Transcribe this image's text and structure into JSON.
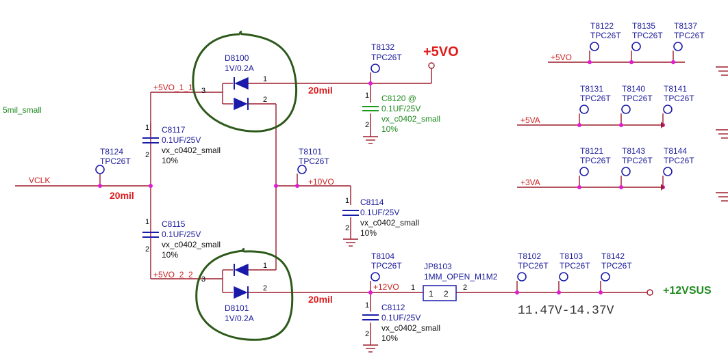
{
  "left_label": "5mil_small",
  "nets": {
    "vclk": "VCLK",
    "5vo_1_1": "+5VO_1_1",
    "5vo_2_2": "+5VO_2_2",
    "10vo": "+10VO",
    "12vo": "+12VO",
    "5vo_right": "+5VO",
    "5va": "+5VA",
    "3va": "+3VA"
  },
  "big_labels": {
    "plus5vo": "+5VO",
    "plus12vsus": "+12VSUS"
  },
  "trace_widths": {
    "vclk": "20mil",
    "top": "20mil",
    "bottom": "20mil"
  },
  "voltage_range": "11.47V-14.37V",
  "diodes": [
    {
      "ref": "D8100",
      "value": "1V/0.2A"
    },
    {
      "ref": "D8101",
      "value": "1V/0.2A"
    }
  ],
  "capacitors": [
    {
      "ref": "C8117",
      "value": "0.1UF/25V",
      "footprint": "vx_c0402_small",
      "tol": "10%"
    },
    {
      "ref": "C8115",
      "value": "0.1UF/25V",
      "footprint": "vx_c0402_small",
      "tol": "10%"
    },
    {
      "ref": "C8120 @",
      "value": "0.1UF/25V",
      "footprint": "vx_c0402_small",
      "tol": "10%"
    },
    {
      "ref": "C8114",
      "value": "0.1UF/25V",
      "footprint": "vx_c0402_small",
      "tol": "10%"
    },
    {
      "ref": "C8112",
      "value": "0.1UF/25V",
      "footprint": "vx_c0402_small",
      "tol": "10%"
    }
  ],
  "testpoints": {
    "T8124": {
      "ref": "T8124",
      "type": "TPC26T"
    },
    "T8132": {
      "ref": "T8132",
      "type": "TPC26T"
    },
    "T8101": {
      "ref": "T8101",
      "type": "TPC26T"
    },
    "T8104": {
      "ref": "T8104",
      "type": "TPC26T"
    },
    "T8102": {
      "ref": "T8102",
      "type": "TPC26T"
    },
    "T8103": {
      "ref": "T8103",
      "type": "TPC26T"
    },
    "T8142": {
      "ref": "T8142",
      "type": "TPC26T"
    },
    "T8122": {
      "ref": "T8122",
      "type": "TPC26T"
    },
    "T8135": {
      "ref": "T8135",
      "type": "TPC26T"
    },
    "T8137": {
      "ref": "T8137",
      "type": "TPC26T"
    },
    "T8131": {
      "ref": "T8131",
      "type": "TPC26T"
    },
    "T8140": {
      "ref": "T8140",
      "type": "TPC26T"
    },
    "T8141": {
      "ref": "T8141",
      "type": "TPC26T"
    },
    "T8121": {
      "ref": "T8121",
      "type": "TPC26T"
    },
    "T8143": {
      "ref": "T8143",
      "type": "TPC26T"
    },
    "T8144": {
      "ref": "T8144",
      "type": "TPC26T"
    }
  },
  "jumper": {
    "ref": "JP8103",
    "value": "1MM_OPEN_M1M2",
    "pin1": "1",
    "pin2": "2"
  },
  "pins": {
    "one": "1",
    "two": "2",
    "three": "3"
  },
  "colors": {
    "wire": "#9b1b2a",
    "component": "#1a1aaa",
    "node": "#e01bd0",
    "marker": "#2d5a1a",
    "highlight_red": "#e01b1b",
    "highlight_green": "#1f8a1f"
  }
}
